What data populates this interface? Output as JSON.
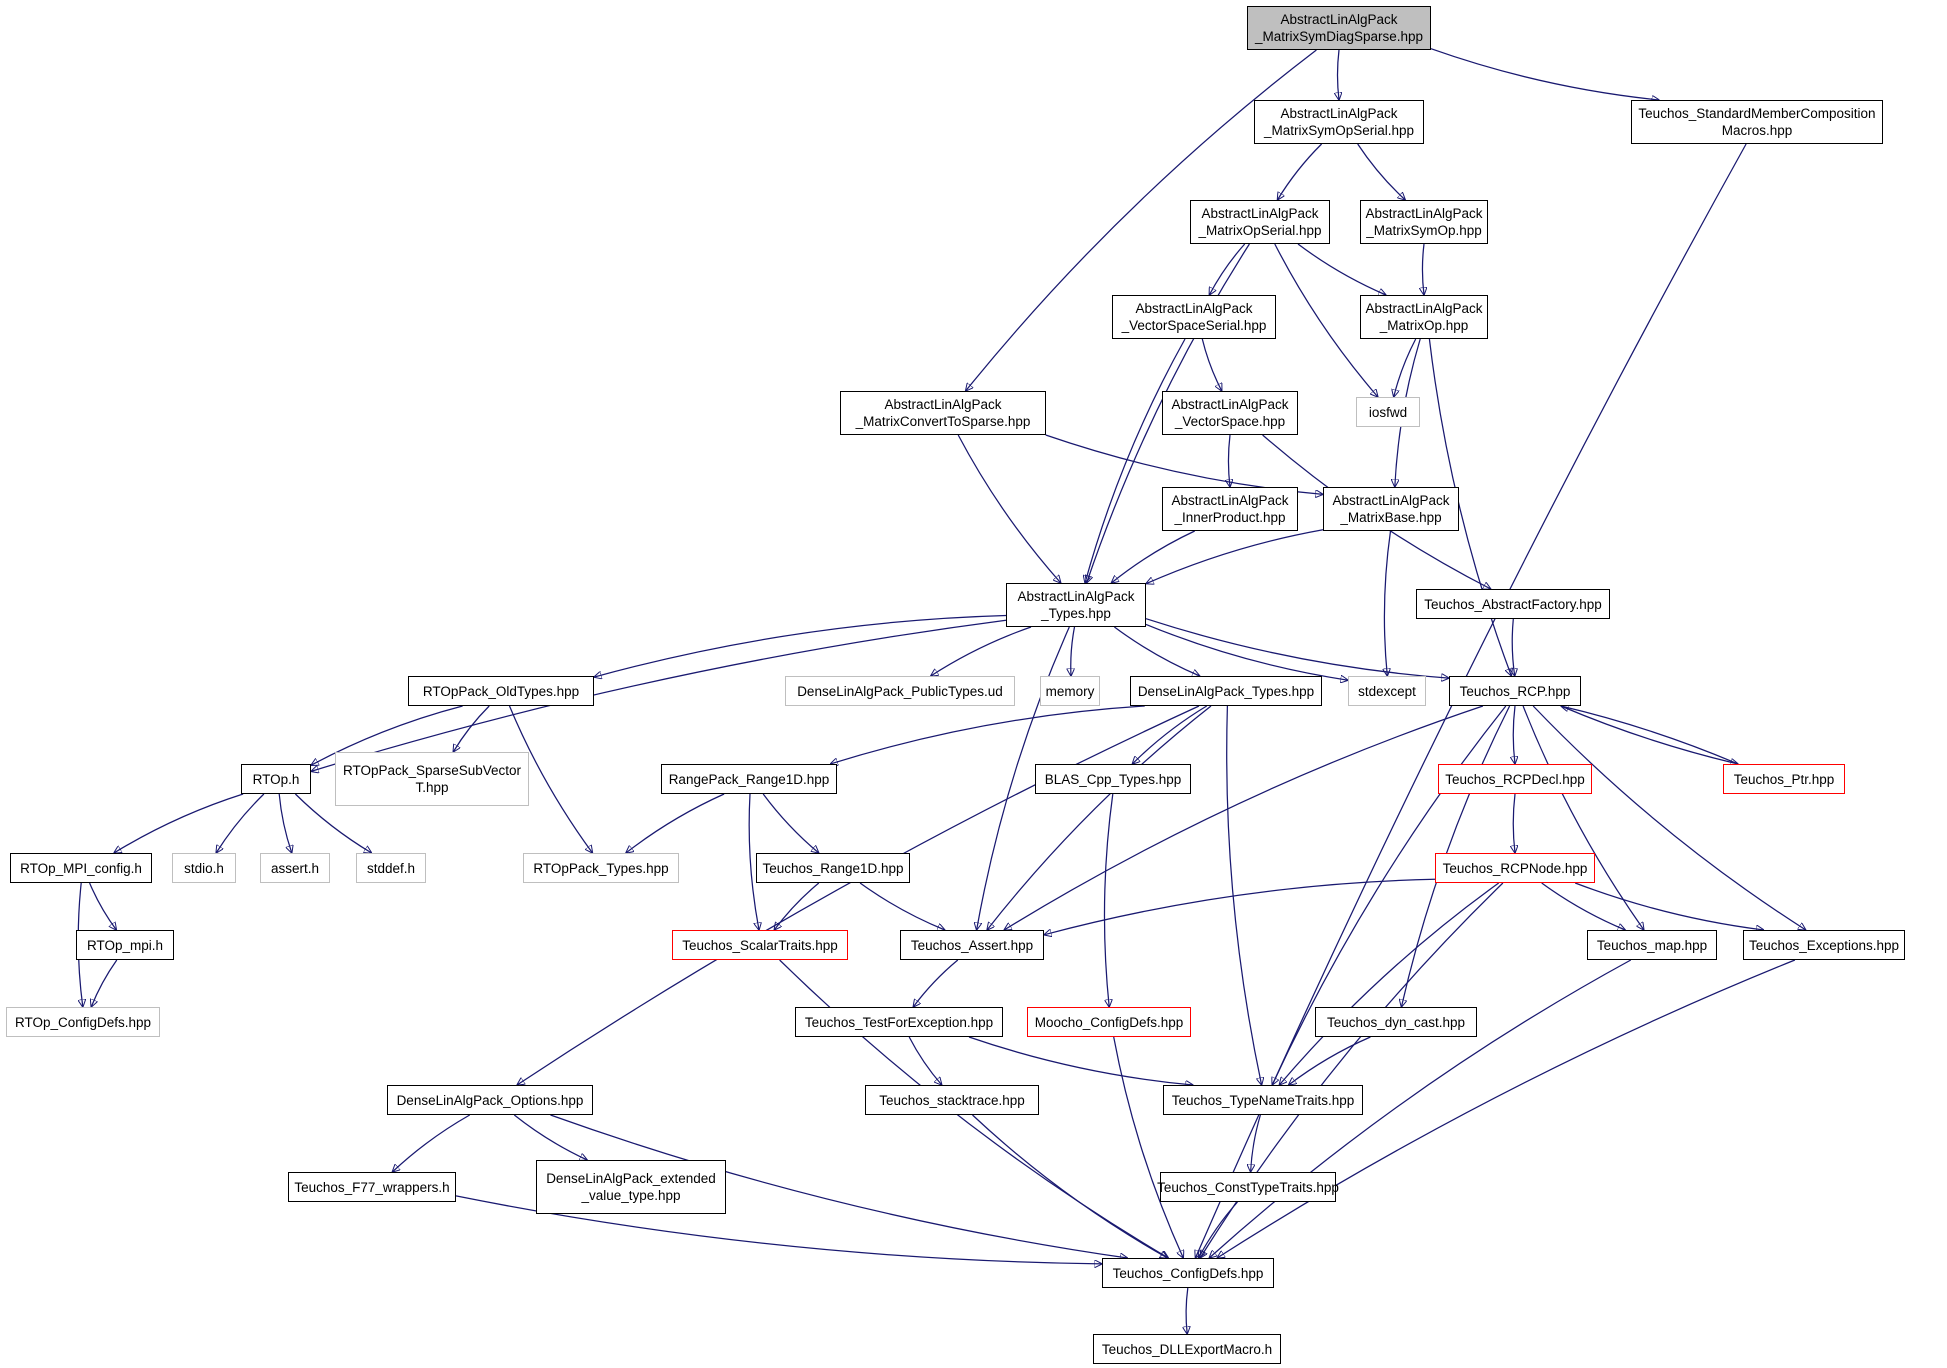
{
  "colors": {
    "edge": "#191970",
    "border_default": "#000000",
    "border_red": "#ff0000",
    "border_grey": "#bfbfbf",
    "root_fill": "#bfbfbf"
  },
  "graph": {
    "nodes": [
      {
        "id": "root",
        "label": "AbstractLinAlgPack\n_MatrixSymDiagSparse.hpp",
        "style": "root"
      },
      {
        "id": "symopserial",
        "label": "AbstractLinAlgPack\n_MatrixSymOpSerial.hpp",
        "style": "default"
      },
      {
        "id": "stdmember",
        "label": "Teuchos_StandardMemberComposition\nMacros.hpp",
        "style": "default"
      },
      {
        "id": "opserial",
        "label": "AbstractLinAlgPack\n_MatrixOpSerial.hpp",
        "style": "default"
      },
      {
        "id": "symop",
        "label": "AbstractLinAlgPack\n_MatrixSymOp.hpp",
        "style": "default"
      },
      {
        "id": "vsserial",
        "label": "AbstractLinAlgPack\n_VectorSpaceSerial.hpp",
        "style": "default"
      },
      {
        "id": "matrixop",
        "label": "AbstractLinAlgPack\n_MatrixOp.hpp",
        "style": "default"
      },
      {
        "id": "convsparse",
        "label": "AbstractLinAlgPack\n_MatrixConvertToSparse.hpp",
        "style": "default"
      },
      {
        "id": "vectorspace",
        "label": "AbstractLinAlgPack\n_VectorSpace.hpp",
        "style": "default"
      },
      {
        "id": "iosfwd",
        "label": "iosfwd",
        "style": "grey"
      },
      {
        "id": "innerprod",
        "label": "AbstractLinAlgPack\n_InnerProduct.hpp",
        "style": "default"
      },
      {
        "id": "matrixbase",
        "label": "AbstractLinAlgPack\n_MatrixBase.hpp",
        "style": "default"
      },
      {
        "id": "types",
        "label": "AbstractLinAlgPack\n_Types.hpp",
        "style": "default"
      },
      {
        "id": "absfactory",
        "label": "Teuchos_AbstractFactory.hpp",
        "style": "default"
      },
      {
        "id": "rtopold",
        "label": "RTOpPack_OldTypes.hpp",
        "style": "default"
      },
      {
        "id": "densepub",
        "label": "DenseLinAlgPack_PublicTypes.ud",
        "style": "grey"
      },
      {
        "id": "memory",
        "label": "memory",
        "style": "grey"
      },
      {
        "id": "densetypes",
        "label": "DenseLinAlgPack_Types.hpp",
        "style": "default"
      },
      {
        "id": "stdexcept",
        "label": "stdexcept",
        "style": "grey"
      },
      {
        "id": "rcp",
        "label": "Teuchos_RCP.hpp",
        "style": "default"
      },
      {
        "id": "rtoph",
        "label": "RTOp.h",
        "style": "default"
      },
      {
        "id": "sparsesub",
        "label": "RTOpPack_SparseSubVector\nT.hpp",
        "style": "grey"
      },
      {
        "id": "range1d",
        "label": "RangePack_Range1D.hpp",
        "style": "default"
      },
      {
        "id": "blas",
        "label": "BLAS_Cpp_Types.hpp",
        "style": "default"
      },
      {
        "id": "rcpdecl",
        "label": "Teuchos_RCPDecl.hpp",
        "style": "red"
      },
      {
        "id": "ptr",
        "label": "Teuchos_Ptr.hpp",
        "style": "red"
      },
      {
        "id": "mpiconfig",
        "label": "RTOp_MPI_config.h",
        "style": "default"
      },
      {
        "id": "stdio",
        "label": "stdio.h",
        "style": "grey"
      },
      {
        "id": "asserth",
        "label": "assert.h",
        "style": "grey"
      },
      {
        "id": "stddef",
        "label": "stddef.h",
        "style": "grey"
      },
      {
        "id": "rtoppacktypes",
        "label": "RTOpPack_Types.hpp",
        "style": "grey"
      },
      {
        "id": "trange1d",
        "label": "Teuchos_Range1D.hpp",
        "style": "default"
      },
      {
        "id": "rcpnode",
        "label": "Teuchos_RCPNode.hpp",
        "style": "red"
      },
      {
        "id": "rtopmpi",
        "label": "RTOp_mpi.h",
        "style": "default"
      },
      {
        "id": "scalartraits",
        "label": "Teuchos_ScalarTraits.hpp",
        "style": "red"
      },
      {
        "id": "tassert",
        "label": "Teuchos_Assert.hpp",
        "style": "default"
      },
      {
        "id": "tmap",
        "label": "Teuchos_map.hpp",
        "style": "default"
      },
      {
        "id": "texceptions",
        "label": "Teuchos_Exceptions.hpp",
        "style": "default"
      },
      {
        "id": "rtopconfig",
        "label": "RTOp_ConfigDefs.hpp",
        "style": "grey"
      },
      {
        "id": "testforexc",
        "label": "Teuchos_TestForException.hpp",
        "style": "default"
      },
      {
        "id": "moocho",
        "label": "Moocho_ConfigDefs.hpp",
        "style": "red"
      },
      {
        "id": "dyncast",
        "label": "Teuchos_dyn_cast.hpp",
        "style": "default"
      },
      {
        "id": "denseopts",
        "label": "DenseLinAlgPack_Options.hpp",
        "style": "default"
      },
      {
        "id": "stacktrace",
        "label": "Teuchos_stacktrace.hpp",
        "style": "default"
      },
      {
        "id": "typenametraits",
        "label": "Teuchos_TypeNameTraits.hpp",
        "style": "default"
      },
      {
        "id": "f77",
        "label": "Teuchos_F77_wrappers.h",
        "style": "default"
      },
      {
        "id": "denseext",
        "label": "DenseLinAlgPack_extended\n_value_type.hpp",
        "style": "default"
      },
      {
        "id": "consttype",
        "label": "Teuchos_ConstTypeTraits.hpp",
        "style": "default"
      },
      {
        "id": "configdefs",
        "label": "Teuchos_ConfigDefs.hpp",
        "style": "default"
      },
      {
        "id": "dllexport",
        "label": "Teuchos_DLLExportMacro.h",
        "style": "default"
      }
    ],
    "edges": [
      [
        "root",
        "symopserial"
      ],
      [
        "root",
        "stdmember"
      ],
      [
        "root",
        "convsparse"
      ],
      [
        "symopserial",
        "opserial"
      ],
      [
        "symopserial",
        "symop"
      ],
      [
        "opserial",
        "vsserial"
      ],
      [
        "opserial",
        "matrixop"
      ],
      [
        "opserial",
        "iosfwd"
      ],
      [
        "opserial",
        "types"
      ],
      [
        "symop",
        "matrixop"
      ],
      [
        "matrixop",
        "iosfwd"
      ],
      [
        "matrixop",
        "matrixbase"
      ],
      [
        "matrixop",
        "rcp"
      ],
      [
        "vsserial",
        "vectorspace"
      ],
      [
        "vsserial",
        "types"
      ],
      [
        "convsparse",
        "matrixbase"
      ],
      [
        "convsparse",
        "types"
      ],
      [
        "vectorspace",
        "innerprod"
      ],
      [
        "vectorspace",
        "absfactory"
      ],
      [
        "innerprod",
        "types"
      ],
      [
        "matrixbase",
        "types"
      ],
      [
        "matrixbase",
        "stdexcept"
      ],
      [
        "absfactory",
        "rcp"
      ],
      [
        "types",
        "rtopold"
      ],
      [
        "types",
        "densepub"
      ],
      [
        "types",
        "memory"
      ],
      [
        "types",
        "densetypes"
      ],
      [
        "types",
        "stdexcept"
      ],
      [
        "types",
        "rcp"
      ],
      [
        "types",
        "rtoph"
      ],
      [
        "types",
        "tassert"
      ],
      [
        "rtopold",
        "rtoph"
      ],
      [
        "rtopold",
        "sparsesub"
      ],
      [
        "rtopold",
        "rtoppacktypes"
      ],
      [
        "rtoph",
        "mpiconfig"
      ],
      [
        "rtoph",
        "stdio"
      ],
      [
        "rtoph",
        "asserth"
      ],
      [
        "rtoph",
        "stddef"
      ],
      [
        "mpiconfig",
        "rtopmpi"
      ],
      [
        "mpiconfig",
        "rtopconfig"
      ],
      [
        "rtopmpi",
        "rtopconfig"
      ],
      [
        "densetypes",
        "range1d"
      ],
      [
        "densetypes",
        "blas"
      ],
      [
        "densetypes",
        "tassert"
      ],
      [
        "densetypes",
        "typenametraits"
      ],
      [
        "densetypes",
        "denseopts"
      ],
      [
        "range1d",
        "rtoppacktypes"
      ],
      [
        "range1d",
        "trange1d"
      ],
      [
        "range1d",
        "scalartraits"
      ],
      [
        "trange1d",
        "scalartraits"
      ],
      [
        "trange1d",
        "tassert"
      ],
      [
        "blas",
        "moocho"
      ],
      [
        "rcp",
        "rcpdecl"
      ],
      [
        "rcp",
        "ptr"
      ],
      [
        "rcp",
        "tassert"
      ],
      [
        "rcp",
        "typenametraits"
      ],
      [
        "rcp",
        "dyncast"
      ],
      [
        "rcp",
        "tmap"
      ],
      [
        "rcp",
        "texceptions"
      ],
      [
        "ptr",
        "rcp"
      ],
      [
        "rcpdecl",
        "rcpnode"
      ],
      [
        "rcpnode",
        "tassert"
      ],
      [
        "rcpnode",
        "tmap"
      ],
      [
        "rcpnode",
        "texceptions"
      ],
      [
        "rcpnode",
        "typenametraits"
      ],
      [
        "rcpnode",
        "configdefs"
      ],
      [
        "tassert",
        "testforexc"
      ],
      [
        "testforexc",
        "stacktrace"
      ],
      [
        "testforexc",
        "typenametraits"
      ],
      [
        "stacktrace",
        "configdefs"
      ],
      [
        "scalartraits",
        "configdefs"
      ],
      [
        "moocho",
        "configdefs"
      ],
      [
        "dyncast",
        "typenametraits"
      ],
      [
        "typenametraits",
        "consttype"
      ],
      [
        "consttype",
        "configdefs"
      ],
      [
        "tmap",
        "configdefs"
      ],
      [
        "texceptions",
        "configdefs"
      ],
      [
        "denseopts",
        "f77"
      ],
      [
        "denseopts",
        "denseext"
      ],
      [
        "denseopts",
        "configdefs"
      ],
      [
        "f77",
        "configdefs"
      ],
      [
        "stdmember",
        "configdefs"
      ],
      [
        "configdefs",
        "dllexport"
      ]
    ]
  }
}
